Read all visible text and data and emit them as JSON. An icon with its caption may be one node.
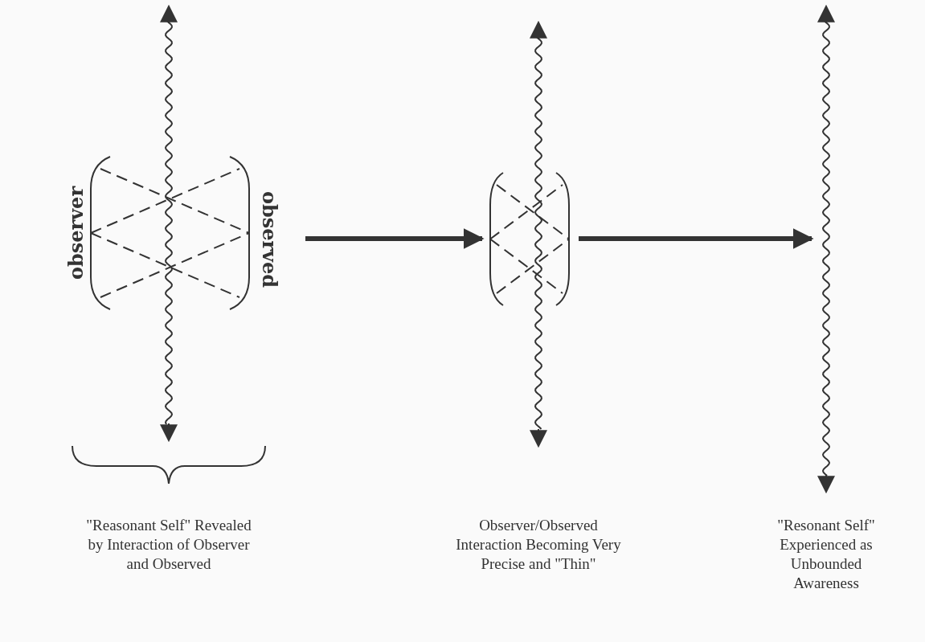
{
  "diagram": {
    "nodes": [
      {
        "text": [
          "\"Reasonant Self\" Revealed by Interaction of Observer and Observed"
        ]
      },
      {
        "text": [
          "Observer/Observed Interaction Becoming Very Precise and \"Thin\""
        ]
      },
      {
        "text": [
          "\"Resonant Self\" Experienced as Unbounded Awareness"
        ]
      }
    ],
    "edges": [
      {
        "from": 0,
        "to": 1,
        "arrow": "to"
      },
      {
        "from": 1,
        "to": 2,
        "arrow": "to"
      }
    ],
    "labels": [
      "observer",
      "observed"
    ]
  }
}
